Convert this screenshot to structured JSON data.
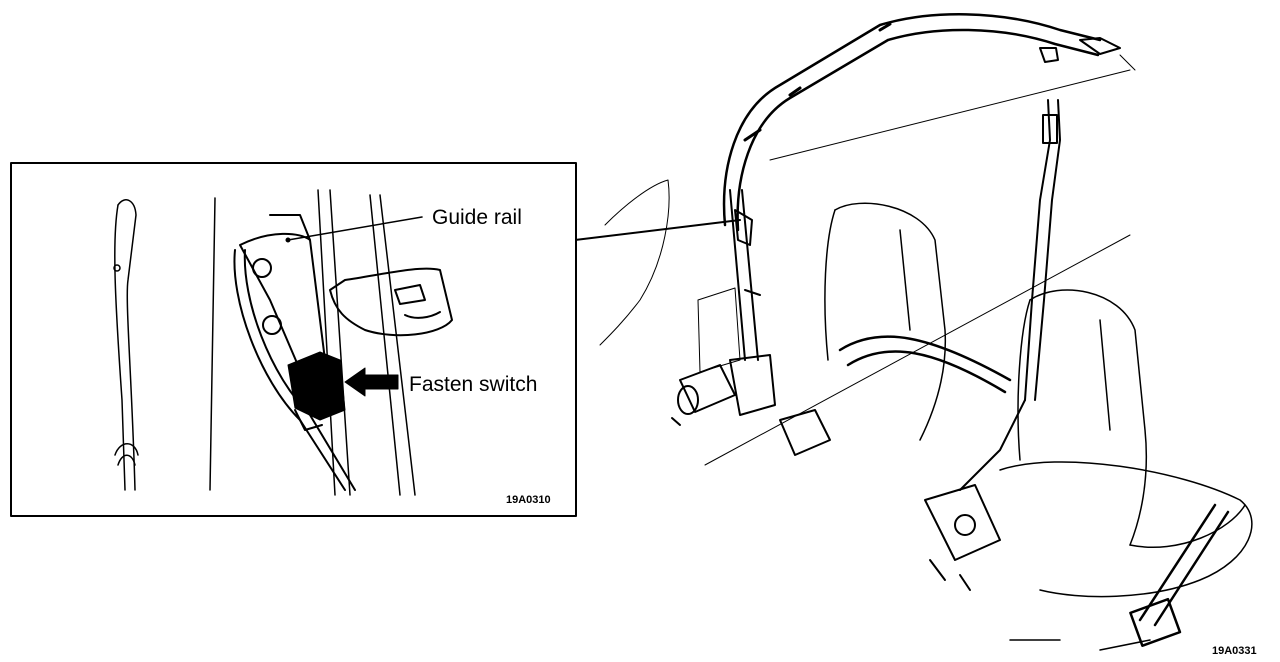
{
  "inset": {
    "callouts": {
      "guide_rail": "Guide rail",
      "fasten_switch": "Fasten switch"
    },
    "figure_code": "19A0310"
  },
  "main": {
    "figure_code": "19A0331"
  },
  "colors": {
    "ink": "#000000",
    "paper": "#ffffff"
  }
}
